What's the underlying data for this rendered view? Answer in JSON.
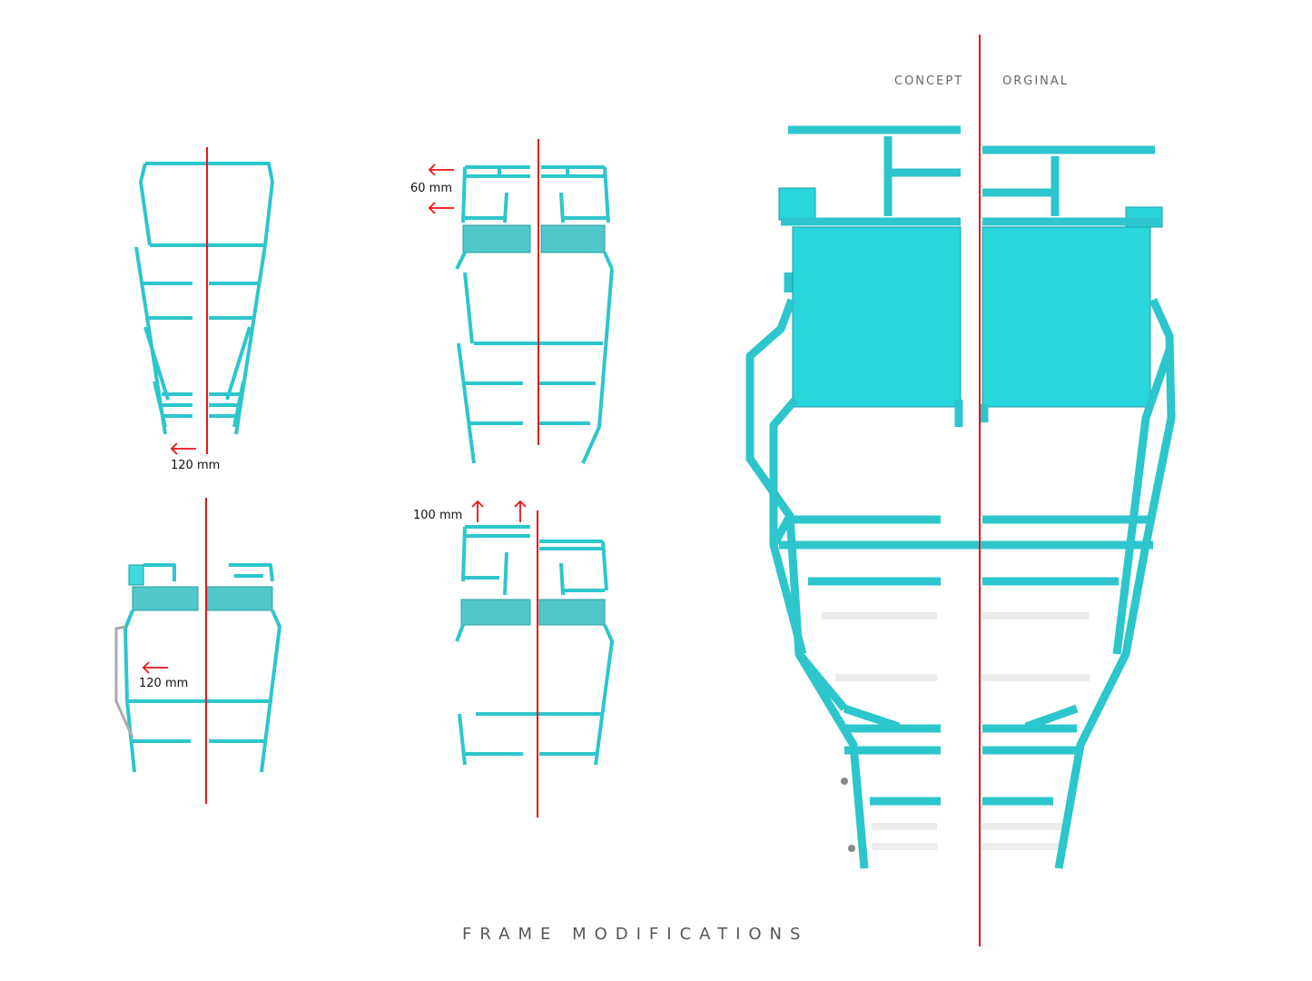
{
  "labels": {
    "concept": "CONCEPT",
    "original": "ORGINAL",
    "title": "FRAME MODIFICATIONS"
  },
  "annotations": {
    "top_left": "120 mm",
    "top_middle": "60 mm",
    "bottom_left": "120 mm",
    "bottom_middle": "100 mm"
  },
  "colors": {
    "frame": "#2cc6cc",
    "panel": "#28d6dc",
    "centerline": "#e8141a"
  }
}
